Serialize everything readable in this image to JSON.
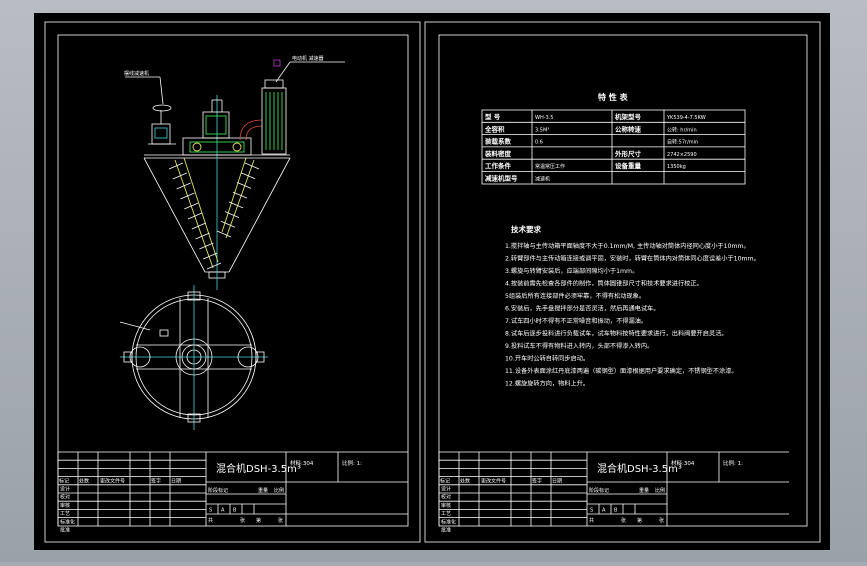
{
  "colors": {
    "paper": "#000000",
    "line": "#ffffff",
    "accent_yellow": "#e9e45a",
    "accent_green": "#38e04a",
    "accent_cyan": "#3fd6e0",
    "accent_red": "#e24a3c",
    "accent_magenta": "#c03bd0"
  },
  "left_sheet": {
    "callout_motor": "摆线减速机",
    "callout_motor2": "电动机 减速器"
  },
  "spec": {
    "title": "特 性 表",
    "rows": [
      [
        "型  号",
        "WH-3.5",
        "机架型号",
        "YK539-4-7.5KW"
      ],
      [
        "全容积",
        "3.5M³",
        "公称转速",
        "公转:  hr/min"
      ],
      [
        "装载系数",
        "0.6",
        "",
        "自转:57r/min"
      ],
      [
        "装料密度",
        "",
        "外形尺寸",
        "2742×2590"
      ],
      [
        "工作条件",
        "常温常压工作",
        "设备重量",
        "1350kg"
      ],
      [
        "减速机型号",
        "减速机",
        "",
        " "
      ]
    ]
  },
  "tech": {
    "title": "技术要求",
    "items": [
      "1.搅拌轴与主传动箱平面轴度不大于0.1mm/M, 主传动轴对筒体内径同心度小于10mm。",
      "2.转臂部件与主传动箱连接或调平固，安装时，转臂在筒体内对筒体同心度误差小于10mm。",
      "3.螺旋与转臂安装后，应端部间隙均小于1mm。",
      "4.按装前需先检查各部件的制作，筒体圆锥部尺寸和技术要求进行校正。",
      "5组装后所有连接部件必须牢靠，不得有松动现象。",
      "6.安装后，先手盘搅拌部分是否灵活，然后再通电试车。",
      "7.试车四小时不得有不正常噪音和振动，不得漏油。",
      "8.试车后逐步投料进行负载试车，试车物料按特性要求进行，出料阀要开启灵活。",
      "9.投料试车不得有物料进入转内，头部不得渗入转内。",
      "10.开车时公转自转同步启动。",
      "11.设备外表面涂红丹底漆两遍（碳钢型）面漆根据用户要求确定，不锈钢型不涂漆。",
      "12.螺旋旋转方向，物料上升。"
    ]
  },
  "title_block": {
    "name": "混合机DSH-3.5m³",
    "material": "材料:304",
    "scale": "比例: 1:",
    "row_labels": [
      "标记",
      "处数",
      "更改文件号",
      "签字",
      "日期"
    ],
    "roles": [
      "设计",
      "校对",
      "审核",
      "工艺",
      "标准化",
      "批准"
    ],
    "misc": [
      "阶段标记",
      "重量",
      "比例",
      "共",
      "张",
      "第",
      "张"
    ],
    "stage": [
      "S",
      "A",
      "B"
    ]
  }
}
